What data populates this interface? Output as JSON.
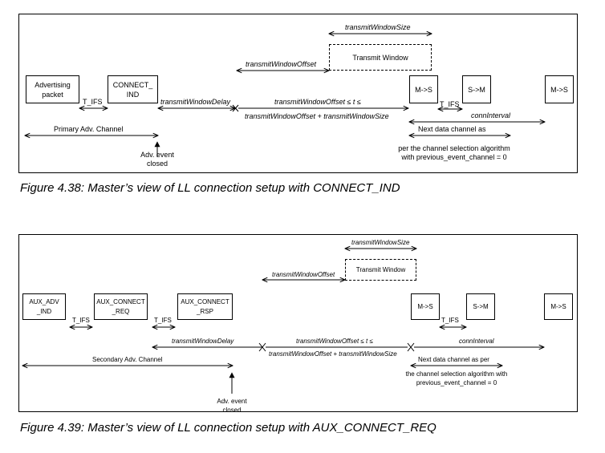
{
  "fig1": {
    "boxes": {
      "adv": "Advertising\npacket",
      "connect_ind": "CONNECT_\nIND",
      "m_s_1": "M->S",
      "s_m": "S->M",
      "m_s_2": "M->S",
      "transmit_window": "Transmit Window"
    },
    "labels": {
      "transmit_window_size": "transmitWindowSize",
      "transmit_window_offset": "transmitWindowOffset",
      "t_ifs_1": "T_IFS",
      "t_ifs_2": "T_IFS",
      "transmit_window_delay": "transmitWindowDelay",
      "offset_le_t": "transmitWindowOffset ≤ t ≤",
      "offset_plus_size": "transmitWindowOffset + transmitWindowSize",
      "conn_interval": "connInterval",
      "primary_channel": "Primary Adv. Channel",
      "adv_event_closed": "Adv. event\nclosed",
      "next_data_channel": "Next data channel as",
      "selection_algorithm": "per the channel selection algorithm\nwith previous_event_channel = 0"
    }
  },
  "fig2": {
    "boxes": {
      "aux_adv_ind": "AUX_ADV\n_IND",
      "aux_connect_req": "AUX_CONNECT\n_REQ",
      "aux_connect_rsp": "AUX_CONNECT\n_RSP",
      "m_s_1": "M->S",
      "s_m": "S->M",
      "m_s_2": "M->S",
      "transmit_window": "Transmit Window"
    },
    "labels": {
      "transmit_window_size": "transmitWindowSize",
      "transmit_window_offset": "transmitWindowOffset",
      "t_ifs_1": "T_IFS",
      "t_ifs_2": "T_IFS",
      "t_ifs_3": "T_IFS",
      "transmit_window_delay": "transmitWindowDelay",
      "offset_le_t": "transmitWindowOffset ≤ t ≤",
      "offset_plus_size": "transmitWindowOffset + transmitWindowSize",
      "conn_interval": "connInterval",
      "secondary_channel": "Secondary Adv. Channel",
      "adv_event_closed": "Adv. event\nclosed",
      "next_data_channel": "Next data channel as per",
      "selection_algorithm": "the channel selection algorithm with\nprevious_event_channel = 0"
    }
  },
  "captions": {
    "fig1": "Figure 4.38:  Master’s view of LL connection setup with CONNECT_IND",
    "fig2": "Figure 4.39:  Master’s view of LL connection setup with AUX_CONNECT_REQ"
  }
}
